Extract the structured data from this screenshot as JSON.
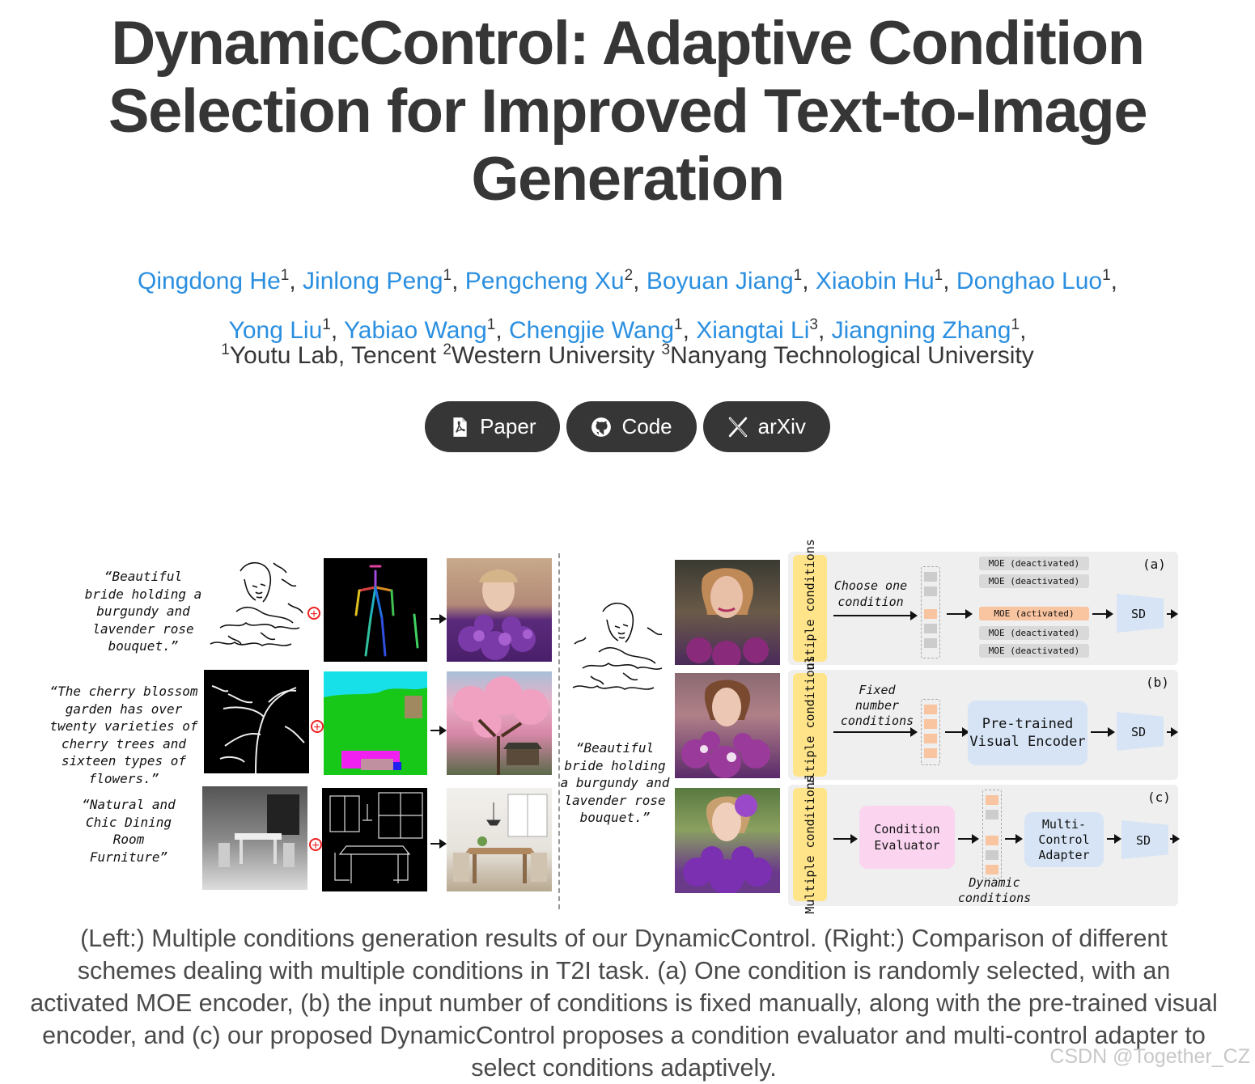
{
  "title": "DynamicControl: Adaptive Condition Selection for Improved Text-to-Image Generation",
  "authors": [
    {
      "name": "Qingdong He",
      "sup": "1",
      "sep": ", "
    },
    {
      "name": "Jinlong Peng",
      "sup": "1",
      "sep": ", "
    },
    {
      "name": "Pengcheng Xu",
      "sup": "2",
      "sep": ", "
    },
    {
      "name": "Boyuan Jiang",
      "sup": "1",
      "sep": ", "
    },
    {
      "name": "Xiaobin Hu",
      "sup": "1",
      "sep": ", "
    },
    {
      "name": "Donghao Luo",
      "sup": "1",
      "sep": ","
    },
    {
      "name": "Yong Liu",
      "sup": "1",
      "sep": ", "
    },
    {
      "name": "Yabiao Wang",
      "sup": "1",
      "sep": ", "
    },
    {
      "name": "Chengjie Wang",
      "sup": "1",
      "sep": ", "
    },
    {
      "name": "Xiangtai Li",
      "sup": "3",
      "sep": ", "
    },
    {
      "name": "Jiangning Zhang",
      "sup": "1",
      "sep": ","
    }
  ],
  "affiliations": [
    {
      "sup": "1",
      "name": "Youtu Lab, Tencent "
    },
    {
      "sup": "2",
      "name": "Western University "
    },
    {
      "sup": "3",
      "name": "Nanyang Technological University"
    }
  ],
  "buttons": [
    {
      "label": "Paper",
      "icon": "pdf-icon"
    },
    {
      "label": "Code",
      "icon": "github-icon"
    },
    {
      "label": "arXiv",
      "icon": "x-icon"
    }
  ],
  "figure": {
    "left_prompts": [
      "“Beautiful bride holding a burgundy and lavender rose bouquet.”",
      "“The cherry blossom garden has over twenty varieties of cherry trees and sixteen types of flowers.”",
      "“Natural and Chic Dining Room Furniture”"
    ],
    "right_prompt": "“Beautiful bride holding a burgundy and lavender rose bouquet.”",
    "multiple_conditions": "Multiple conditions",
    "panel_a": {
      "tag": "(a)",
      "choose": "Choose one condition",
      "moe": [
        "MOE (deactivated)",
        "MOE (deactivated)",
        "MOE (activated)",
        "MOE (deactivated)",
        "MOE (deactivated)"
      ],
      "sd": "SD"
    },
    "panel_b": {
      "tag": "(b)",
      "fixed": "Fixed number conditions",
      "encoder": "Pre-trained Visual Encoder",
      "sd": "SD"
    },
    "panel_c": {
      "tag": "(c)",
      "evaluator": "Condition Evaluator",
      "adapter": "Multi- Control Adapter",
      "dynamic": "Dynamic conditions",
      "sd": "SD"
    }
  },
  "caption": "(Left:) Multiple conditions generation results of our DynamicControl. (Right:) Comparison of different schemes dealing with multiple conditions in T2I task. (a) One condition is randomly selected, with an activated MOE encoder, (b) the input number of conditions is fixed manually, along with the pre-trained visual encoder, and (c) our proposed DynamicControl proposes a condition evaluator and multi-control adapter to select conditions adaptively.",
  "watermark": "CSDN @Together_CZ",
  "colors": {
    "link": "#2b8fe0",
    "text": "#363636",
    "button": "#363636",
    "multi_label": "#ffe48a",
    "moe_active": "#f9c4a0",
    "evaluator": "#fbd5f0",
    "encoder": "#d6e4f5"
  }
}
